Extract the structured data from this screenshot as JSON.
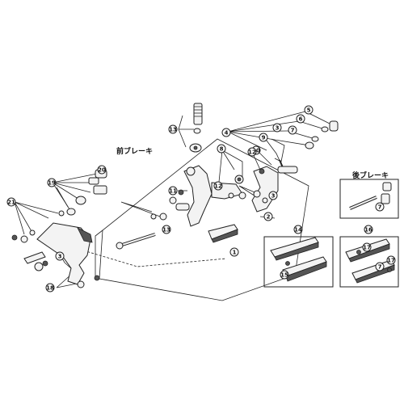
{
  "labels": {
    "front_brake": "前ブレーキ",
    "rear_brake": "後ブレーキ"
  },
  "callouts": [
    "1",
    "2",
    "3",
    "4",
    "5",
    "6",
    "7",
    "8",
    "9",
    "10",
    "11",
    "12",
    "13",
    "14",
    "15",
    "16",
    "17",
    "18",
    "19",
    "20",
    "21"
  ],
  "colors": {
    "ink": "#222222",
    "paper": "#ffffff",
    "part_fill": "#f3f3f3"
  }
}
